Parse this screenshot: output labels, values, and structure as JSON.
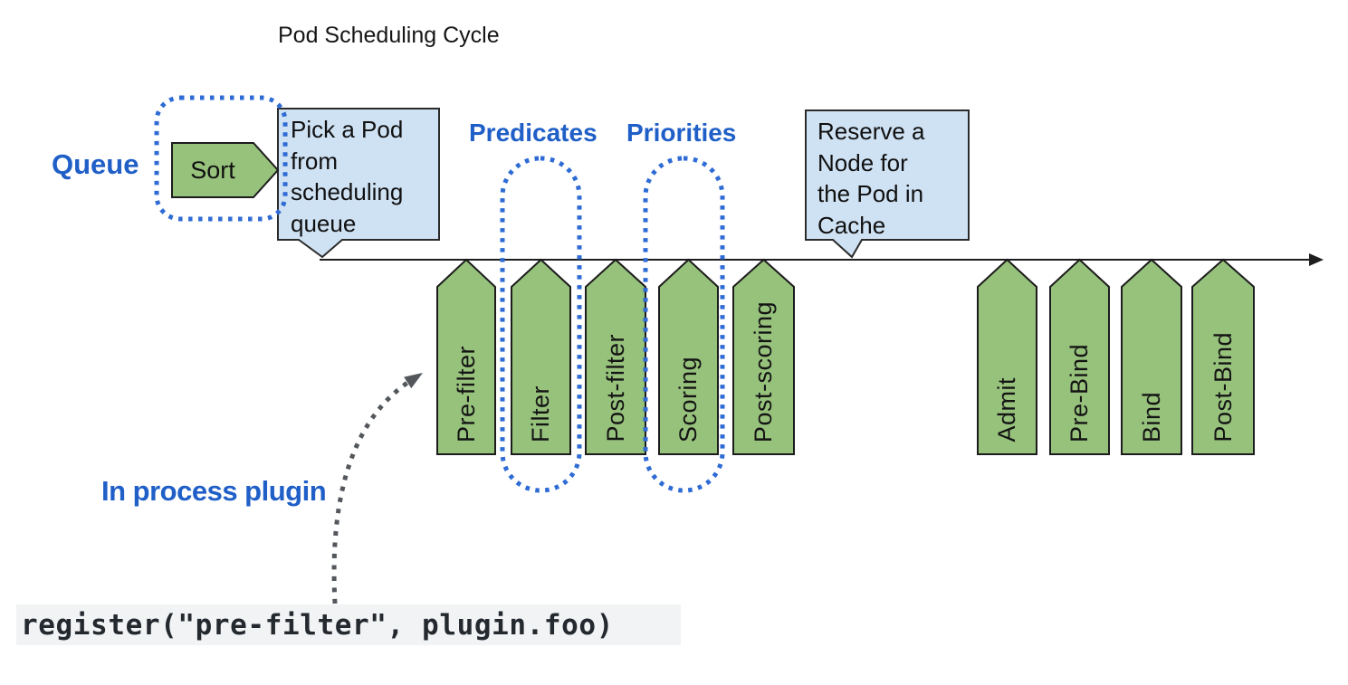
{
  "title": "Pod Scheduling Cycle",
  "labels": {
    "queue": "Queue",
    "predicates": "Predicates",
    "priorities": "Priorities",
    "in_process_plugin": "In process plugin"
  },
  "queue_stage": {
    "label": "Sort"
  },
  "callouts": [
    {
      "lines": [
        "Pick a Pod",
        "from",
        "scheduling",
        "queue"
      ]
    },
    {
      "lines": [
        "Reserve a",
        "Node for",
        "the Pod in",
        "Cache"
      ]
    }
  ],
  "stages": [
    {
      "label": "Pre-filter"
    },
    {
      "label": "Filter"
    },
    {
      "label": "Post-filter"
    },
    {
      "label": "Scoring"
    },
    {
      "label": "Post-scoring"
    },
    {
      "label": "Admit"
    },
    {
      "label": "Pre-Bind"
    },
    {
      "label": "Bind"
    },
    {
      "label": "Post-Bind"
    }
  ],
  "code": "register(\"pre-filter\", plugin.foo)",
  "colors": {
    "blue_text": "#1f5fc7",
    "blue_dots": "#2e6bd4",
    "green_fill": "#97c27c",
    "shape_border": "#1c1c1c",
    "callout_fill": "#cfe2f3",
    "code_bg": "#f1f3f4",
    "code_text": "#24292f",
    "arrow_gray": "#53575c"
  }
}
